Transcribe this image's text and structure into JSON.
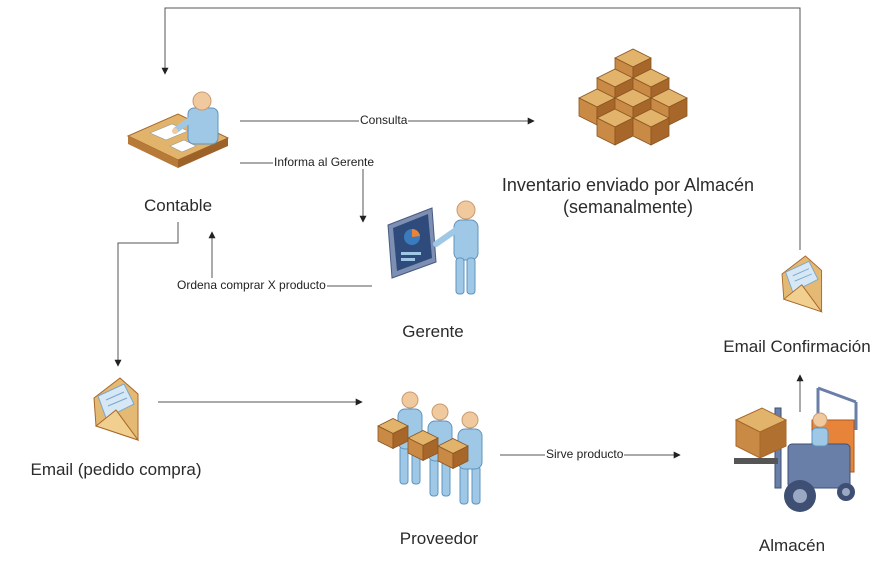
{
  "nodes": {
    "contable": {
      "label": "Contable",
      "icon": "accountant-at-desk-icon"
    },
    "inventario": {
      "label_line1": "Inventario enviado por Almacén",
      "label_line2": "(semanalmente)",
      "icon": "stacked-boxes-icon"
    },
    "gerente": {
      "label": "Gerente",
      "icon": "manager-presentation-icon"
    },
    "email_pedido": {
      "label": "Email (pedido compra)",
      "icon": "email-envelope-icon"
    },
    "proveedor": {
      "label": "Proveedor",
      "icon": "suppliers-with-boxes-icon"
    },
    "almacen": {
      "label": "Almacén",
      "icon": "forklift-warehouse-icon"
    },
    "email_confirmacion": {
      "label": "Email Confirmación",
      "icon": "email-envelope-icon"
    }
  },
  "edges": {
    "consulta": "Consulta",
    "informa": "Informa al Gerente",
    "ordena": "Ordena comprar X producto",
    "sirve": "Sirve producto"
  },
  "colors": {
    "line": "#555555",
    "box": "#d9a25a",
    "box_dark": "#a8672a",
    "person": "#9ec8e6",
    "person_dark": "#5f93bd",
    "skin": "#f1c99e",
    "envelope": "#f0cf8f",
    "screen": "#2f4b7c",
    "forklift": "#6a7fa8"
  }
}
